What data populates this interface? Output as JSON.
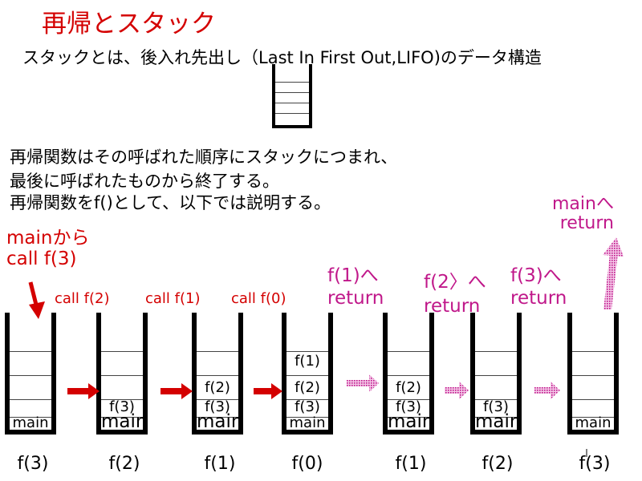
{
  "title": "再帰とスタック",
  "subtitle": "スタックとは、後入れ先出し（Last In First Out,LIFO)のデータ構造",
  "paragraph": [
    "再帰関数はその呼ばれた順序にスタックにつまれ、",
    "最後に呼ばれたものから終了する。",
    "再帰関数をf()として、以下では説明する。"
  ],
  "labels": {
    "main_call": [
      "mainから",
      "call f(3)"
    ],
    "call_f2": "call f(2)",
    "call_f1": "call f(1)",
    "call_f0": "call f(0)",
    "ret_f1": [
      "f(1)へ",
      "return"
    ],
    "ret_f2": [
      "f(2〉へ",
      "return"
    ],
    "ret_f3": [
      "f(3)へ",
      "return"
    ],
    "ret_main": [
      "mainへ",
      "return"
    ]
  },
  "stacks": [
    {
      "caption": "f(3)",
      "frames": [
        "main"
      ]
    },
    {
      "caption": "f(2)",
      "frames": [
        "main",
        "f(3)"
      ]
    },
    {
      "caption": "f(1)",
      "frames": [
        "main",
        "f(3)",
        "f(2)"
      ]
    },
    {
      "caption": "f(0)",
      "frames": [
        "main",
        "f(3)",
        "f(2)",
        "f(1)"
      ]
    },
    {
      "caption": "f(1)",
      "frames": [
        "main",
        "f(3)",
        "f(2)"
      ]
    },
    {
      "caption": "f(2)",
      "frames": [
        "main",
        "f(3)"
      ]
    },
    {
      "caption": "f(3)",
      "frames": [
        "main"
      ]
    }
  ],
  "colors": {
    "call": "#d40000",
    "return": "#c0188a"
  }
}
